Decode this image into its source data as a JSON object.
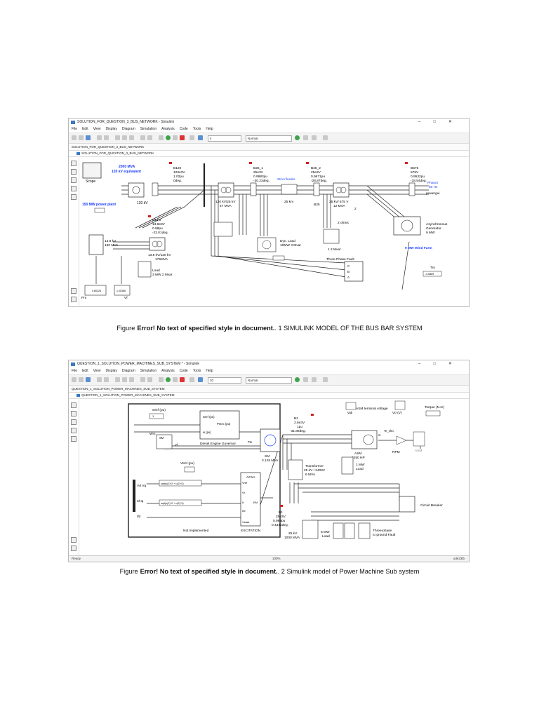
{
  "window1": {
    "title": "SOLUTION_FOR_QUESTION_3_BUS_NETWORK - Simulink",
    "menu": [
      "File",
      "Edit",
      "View",
      "Display",
      "Diagram",
      "Simulation",
      "Analysis",
      "Code",
      "Tools",
      "Help"
    ],
    "stop_time": "4",
    "mode": "Normal",
    "tab": "SOLUTION_FOR_QUESTION_3_BUS_NETWORK",
    "address": "SOLUTION_FOR_QUESTION_3_BUS_NETWORK",
    "labels": {
      "scope": "Scope",
      "equiv1": "2000 MVA",
      "equiv2": "120 kV equivalent",
      "src_kv": "120 kV",
      "plant": "150 MW power plant",
      "b120_a": "B120",
      "b120_b": "120e3V",
      "b120_c": "1.02pu",
      "b120_d": "0deg.",
      "b25_1_a": "B25_1",
      "b25_1_b": "25e3V",
      "b25_1_c": "0.9983pu",
      "b25_1_d": "-30.23deg.",
      "b25_2_a": "B25_2",
      "b25_2_b": "25e3V",
      "b25_2_c": "0.9671pu",
      "b25_2_d": "-28.87deg.",
      "b575_a": "B575",
      "b575_b": "575V",
      "b575_c": "0.9532pu",
      "b575_d": "-18.54deg.",
      "feeder": "25 kV feeder",
      "tr1_a": "120 kV/25 kV",
      "tr1_b": "47 MVA",
      "line25": "25 km",
      "b25": "B25",
      "tr2_a": "25 kV/ 575 V",
      "tr2_b": "12 MVA",
      "phasor_a": "Phasor",
      "phasor_b": "60 Hz",
      "powergui": "powergui",
      "asyn_a": "Asynchronous",
      "asyn_b": "Generator",
      "asyn_c": "9 MW",
      "windfarm": "9 MW Wind Farm",
      "tm": "Tm",
      "tm_val": "-0.6889",
      "b138_a": "B13.8",
      "b138_b": "13.8e3V",
      "b138_c": "0.98pu",
      "b138_d": "-23.01deg.",
      "gen_a": "13.8 kV",
      "gen_b": "150 MVA",
      "tr3_a": "13.8 kV/120 kV",
      "tr3_b": "175MVA",
      "load1_a": "Load",
      "load1_b": "3 MW 2 Mvar",
      "dyn_a": "Dyn. Load",
      "dyn_b": "10MW 3 Mvar",
      "ohms": "2 ohms",
      "mvar": "1.2 Mvar",
      "fault": "Three-Phase Fault",
      "pm": "Pm",
      "vf": "Vf",
      "pm_val": "0.80228",
      "vf_val": "1.00366"
    }
  },
  "caption1": {
    "prefix": "Figure",
    "error": "Error! No text of specified style in document.",
    "rest": ". 1 SIMULINK MODEL OF THE BUS BAR SYSTEM"
  },
  "window2": {
    "title": "QUESTION_1_SOLUTION_POWER_MACHINES_SUB_SYSTEM * - Simulink",
    "menu": [
      "File",
      "Edit",
      "View",
      "Display",
      "Diagram",
      "Simulation",
      "Analysis",
      "Code",
      "Tools",
      "Help"
    ],
    "stop_time": "20",
    "mode": "Normal",
    "tab": "QUESTION_1_SOLUTION_POWER_MACHINES_SUB_SYSTEM",
    "address": "QUESTION_1_SOLUTION_POWER_MACHINES_SUB_SYSTEM",
    "status_left": "Ready",
    "status_mid": "100%",
    "status_right": "ode23tb",
    "labels": {
      "wref": "wref (pu)",
      "wm": "Wm",
      "wref_in": "wref (pu)",
      "pmec": "Pmec (pu)",
      "w_in": "w (pu)",
      "gov": "Diesel Engine Governor",
      "sm_small": "SM",
      "vf": "Vf",
      "pm": "Pm",
      "sm": "SM",
      "sm_mva": "3.125 MVA",
      "b2_a": "B2",
      "b2_b": "2.6e3V",
      "b2_c": "1pu",
      "b2_d": "-31.89deg.",
      "asm_tv": "ASM terminal voltage",
      "vab": "Vab",
      "v0": "V0 (V)",
      "torque": "Torque (N.m)",
      "tm": "Tm",
      "m_label": "m",
      "te": "Te_elec",
      "asm": "ASM",
      "asm_hp": "2250 HP",
      "rpm": "RPM",
      "asm_scope": "ASM",
      "vtref": "Vtref (pu)",
      "ac1a": "AC1A",
      "vref": "Vref",
      "vt": "Vt",
      "it": "It",
      "ifd": "Ifd",
      "em": "EM",
      "vstab": "Vstab",
      "excitation": "EXCITATION",
      "vdvq": "Vd Vq",
      "idiq": "Id Iq",
      "ifd2": "Ifd",
      "sqrt1": "sqrt(u(1)^2 + u(2)^2)",
      "sqrt2": "sqrt(u(1)^2 + u(2)^2)",
      "not_impl": "Not implemented",
      "tr_a": "Transformer",
      "tr_b": "25 kV / 2400V",
      "tr_c": "6 MVA",
      "mw1_a": "1 MW",
      "mw1_b": "Load",
      "cb": "Circuit Breaker",
      "b1_a": "B1",
      "b1_b": "25e3V",
      "b1_c": "0.999pu",
      "b1_d": "0.4332deg.",
      "src_a": "25 kV",
      "src_b": "1000 MVA",
      "mw5_a": "5 MW",
      "mw5_b": "Load",
      "tpf_a": "Three-phase",
      "tpf_b": "to ground Fault"
    }
  },
  "caption2": {
    "prefix": "Figure",
    "error": "Error! No text of specified style in document.",
    "rest": ". 2 Simulink model of Power Machine Sub system"
  },
  "colors": {
    "accent_blue": "#1a3cff",
    "measure_red": "#d31f1f",
    "wire": "#222222"
  }
}
